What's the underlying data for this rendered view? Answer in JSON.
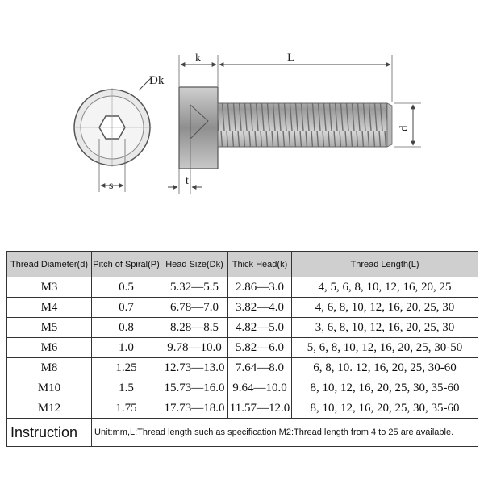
{
  "diagram": {
    "labels": {
      "dk": "Dk",
      "k": "k",
      "l": "L",
      "d": "d",
      "s": "s",
      "t": "t"
    }
  },
  "table": {
    "headers": [
      "Thread Diameter(d)",
      "Pitch of Spiral(P)",
      "Head Size(Dk)",
      "Thick Head(k)",
      "Thread Length(L)"
    ],
    "rows": [
      [
        "M3",
        "0.5",
        "5.32—5.5",
        "2.86—3.0",
        "4, 5, 6, 8, 10, 12, 16, 20, 25"
      ],
      [
        "M4",
        "0.7",
        "6.78—7.0",
        "3.82—4.0",
        "4, 6, 8, 10, 12, 16, 20, 25, 30"
      ],
      [
        "M5",
        "0.8",
        "8.28—8.5",
        "4.82—5.0",
        "3, 6, 8, 10, 12, 16, 20, 25, 30"
      ],
      [
        "M6",
        "1.0",
        "9.78—10.0",
        "5.82—6.0",
        "5, 6, 8, 10, 12, 16, 20, 25, 30-50"
      ],
      [
        "M8",
        "1.25",
        "12.73—13.0",
        "7.64—8.0",
        "6, 8, 10. 12, 16, 20, 25, 30-60"
      ],
      [
        "M10",
        "1.5",
        "15.73—16.0",
        "9.64—10.0",
        "8, 10, 12, 16, 20, 25, 30, 35-60"
      ],
      [
        "M12",
        "1.75",
        "17.73—18.0",
        "11.57—12.0",
        "8,  10, 12, 16, 20, 25, 30, 35-60"
      ]
    ],
    "instruction_label": "Instruction",
    "instruction_text": "Unit:mm,L:Thread length such as specification M2:Thread length from 4 to 25 are available."
  }
}
